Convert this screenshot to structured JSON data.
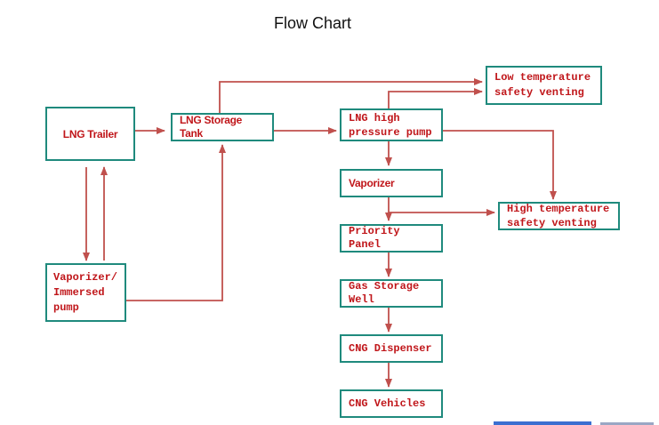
{
  "title": "Flow Chart",
  "nodes": {
    "lng_trailer": "LNG Trailer",
    "lng_storage_tank": "LNG Storage Tank",
    "vaporizer_immersed_pump": "Vaporizer/ Immersed pump",
    "lng_high_pressure_pump": "LNG high pressure pump",
    "low_temperature_safety_venting": "Low temperature safety venting",
    "vaporizer": "Vaporizer",
    "high_temperature_safety_venting": "High temperature safety venting",
    "priority_panel": "Priority Panel",
    "gas_storage_well": "Gas Storage Well",
    "cng_dispenser": "CNG Dispenser",
    "cng_vehicles": "CNG Vehicles"
  },
  "colors": {
    "node_border": "#1f8a7d",
    "node_text": "#c0161a",
    "arrow": "#c0504d"
  }
}
